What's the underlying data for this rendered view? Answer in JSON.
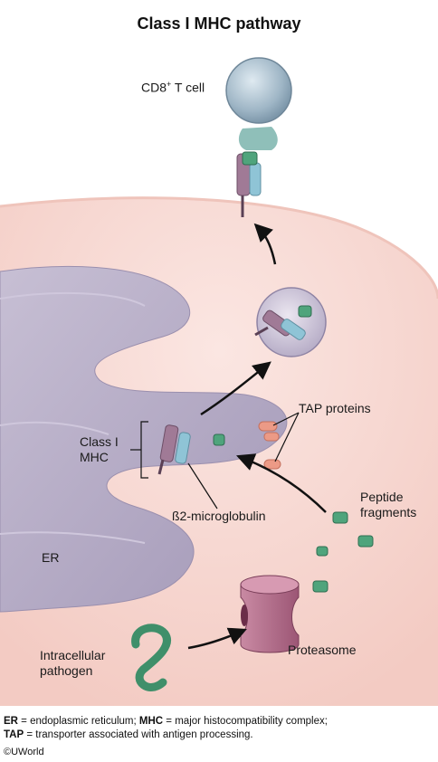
{
  "title": "Class I MHC pathway",
  "labels": {
    "cd8_cell": "CD8",
    "cd8_sup": "+",
    "cd8_rest": " T cell",
    "tap_proteins": "TAP proteins",
    "class1_line1": "Class I",
    "class1_line2": "MHC",
    "b2m": "ß2-microglobulin",
    "peptide_line1": "Peptide",
    "peptide_line2": "fragments",
    "er": "ER",
    "pathogen_line1": "Intracellular",
    "pathogen_line2": "pathogen",
    "proteasome": "Proteasome"
  },
  "legend": {
    "er_abbr": "ER",
    "er_def": " = endoplasmic reticulum; ",
    "mhc_abbr": "MHC",
    "mhc_def": " = major histocompatibility complex;",
    "tap_abbr": "TAP",
    "tap_def": " = transporter associated with antigen processing."
  },
  "copyright": "©UWorld",
  "colors": {
    "cytoplasm": "#f7d6d0",
    "er": "#b3a9c4",
    "mhc_heavy": "#a07a96",
    "b2m": "#8fc4d6",
    "peptide": "#4fa47c",
    "tap": "#ec9a86",
    "proteasome": "#b36e8a",
    "tcell": "#a9c0ce"
  }
}
